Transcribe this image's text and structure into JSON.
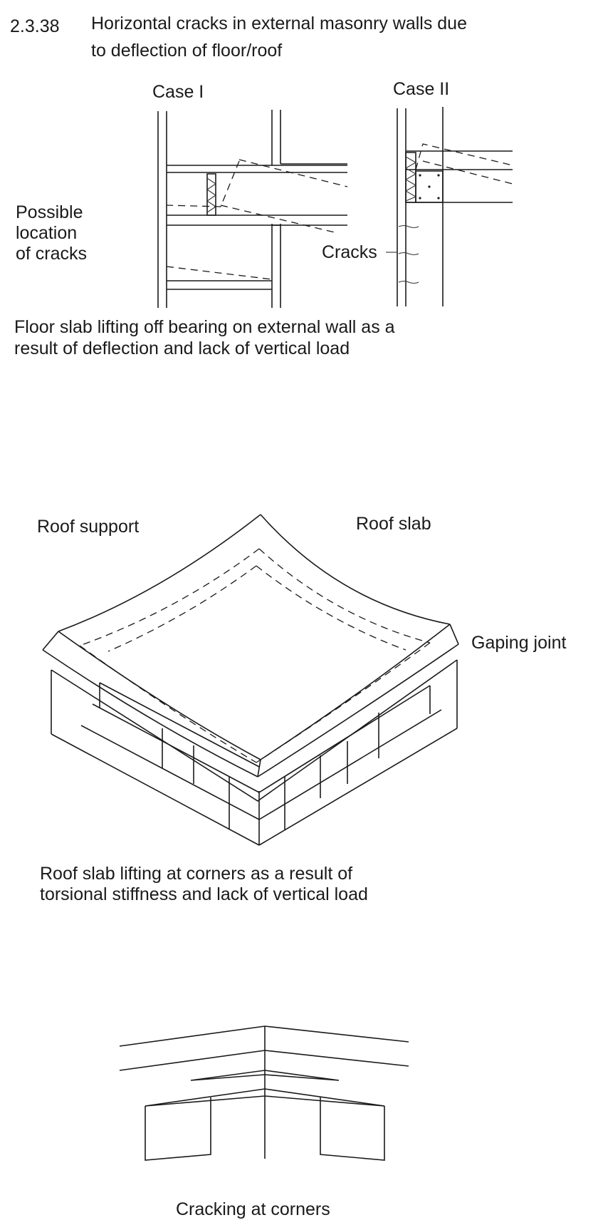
{
  "heading": {
    "number": "2.3.38",
    "line1": "Horizontal cracks in external masonry walls due",
    "line2": "to deflection of floor/roof"
  },
  "figure1": {
    "case1_label": "Case I",
    "case2_label": "Case II",
    "location_label": [
      "Possible",
      "location",
      "of cracks"
    ],
    "cracks_label": "Cracks",
    "caption": [
      "Floor slab lifting off bearing on external wall as a",
      "result of deflection and lack of vertical load"
    ]
  },
  "figure2": {
    "roof_support_label": "Roof support",
    "roof_slab_label": "Roof slab",
    "gaping_joint_label": "Gaping joint",
    "caption": [
      "Roof slab lifting at corners as a result of",
      "torsional stiffness and lack of vertical load"
    ]
  },
  "figure3": {
    "caption": "Cracking at corners"
  }
}
